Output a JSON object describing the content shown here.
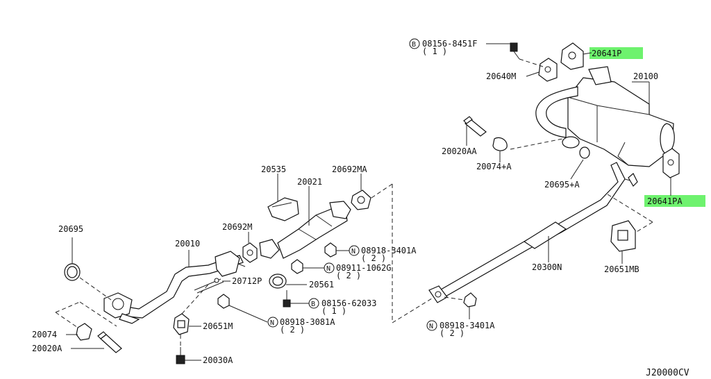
{
  "diagram_code": "J20000CV",
  "labels": {
    "l_08156_8451F": "08156-8451F",
    "q_08156_8451F": "( 1 )",
    "l_20641P": "20641P",
    "l_20640M": "20640M",
    "l_20100": "20100",
    "l_20020AA": "20020AA",
    "l_20074A": "20074+A",
    "l_20695A": "20695+A",
    "l_20641PA": "20641PA",
    "l_20535": "20535",
    "l_20692MA": "20692MA",
    "l_20021": "20021",
    "l_20692M": "20692M",
    "l_20695": "20695",
    "l_20010": "20010",
    "l_08918_3401A_1": "08918-3401A",
    "q_08918_3401A_1": "( 2 )",
    "l_08911_1062G": "08911-1062G",
    "q_08911_1062G": "( 2 )",
    "l_20712P": "20712P",
    "l_20561": "20561",
    "l_08156_62033": "08156-62033",
    "q_08156_62033": "( 1 )",
    "l_20651M": "20651M",
    "l_08918_3081A": "08918-3081A",
    "q_08918_3081A": "( 2 )",
    "l_20074": "20074",
    "l_20020A": "20020A",
    "l_20030A": "20030A",
    "l_20300N": "20300N",
    "l_20651MB": "20651MB",
    "l_08918_3401A_2": "08918-3401A",
    "q_08918_3401A_2": "( 2 )"
  },
  "symbols": {
    "bolt_symbol": "B",
    "nut_symbol": "N"
  },
  "colors": {
    "highlight": "#6ef26e",
    "line": "#222222"
  }
}
